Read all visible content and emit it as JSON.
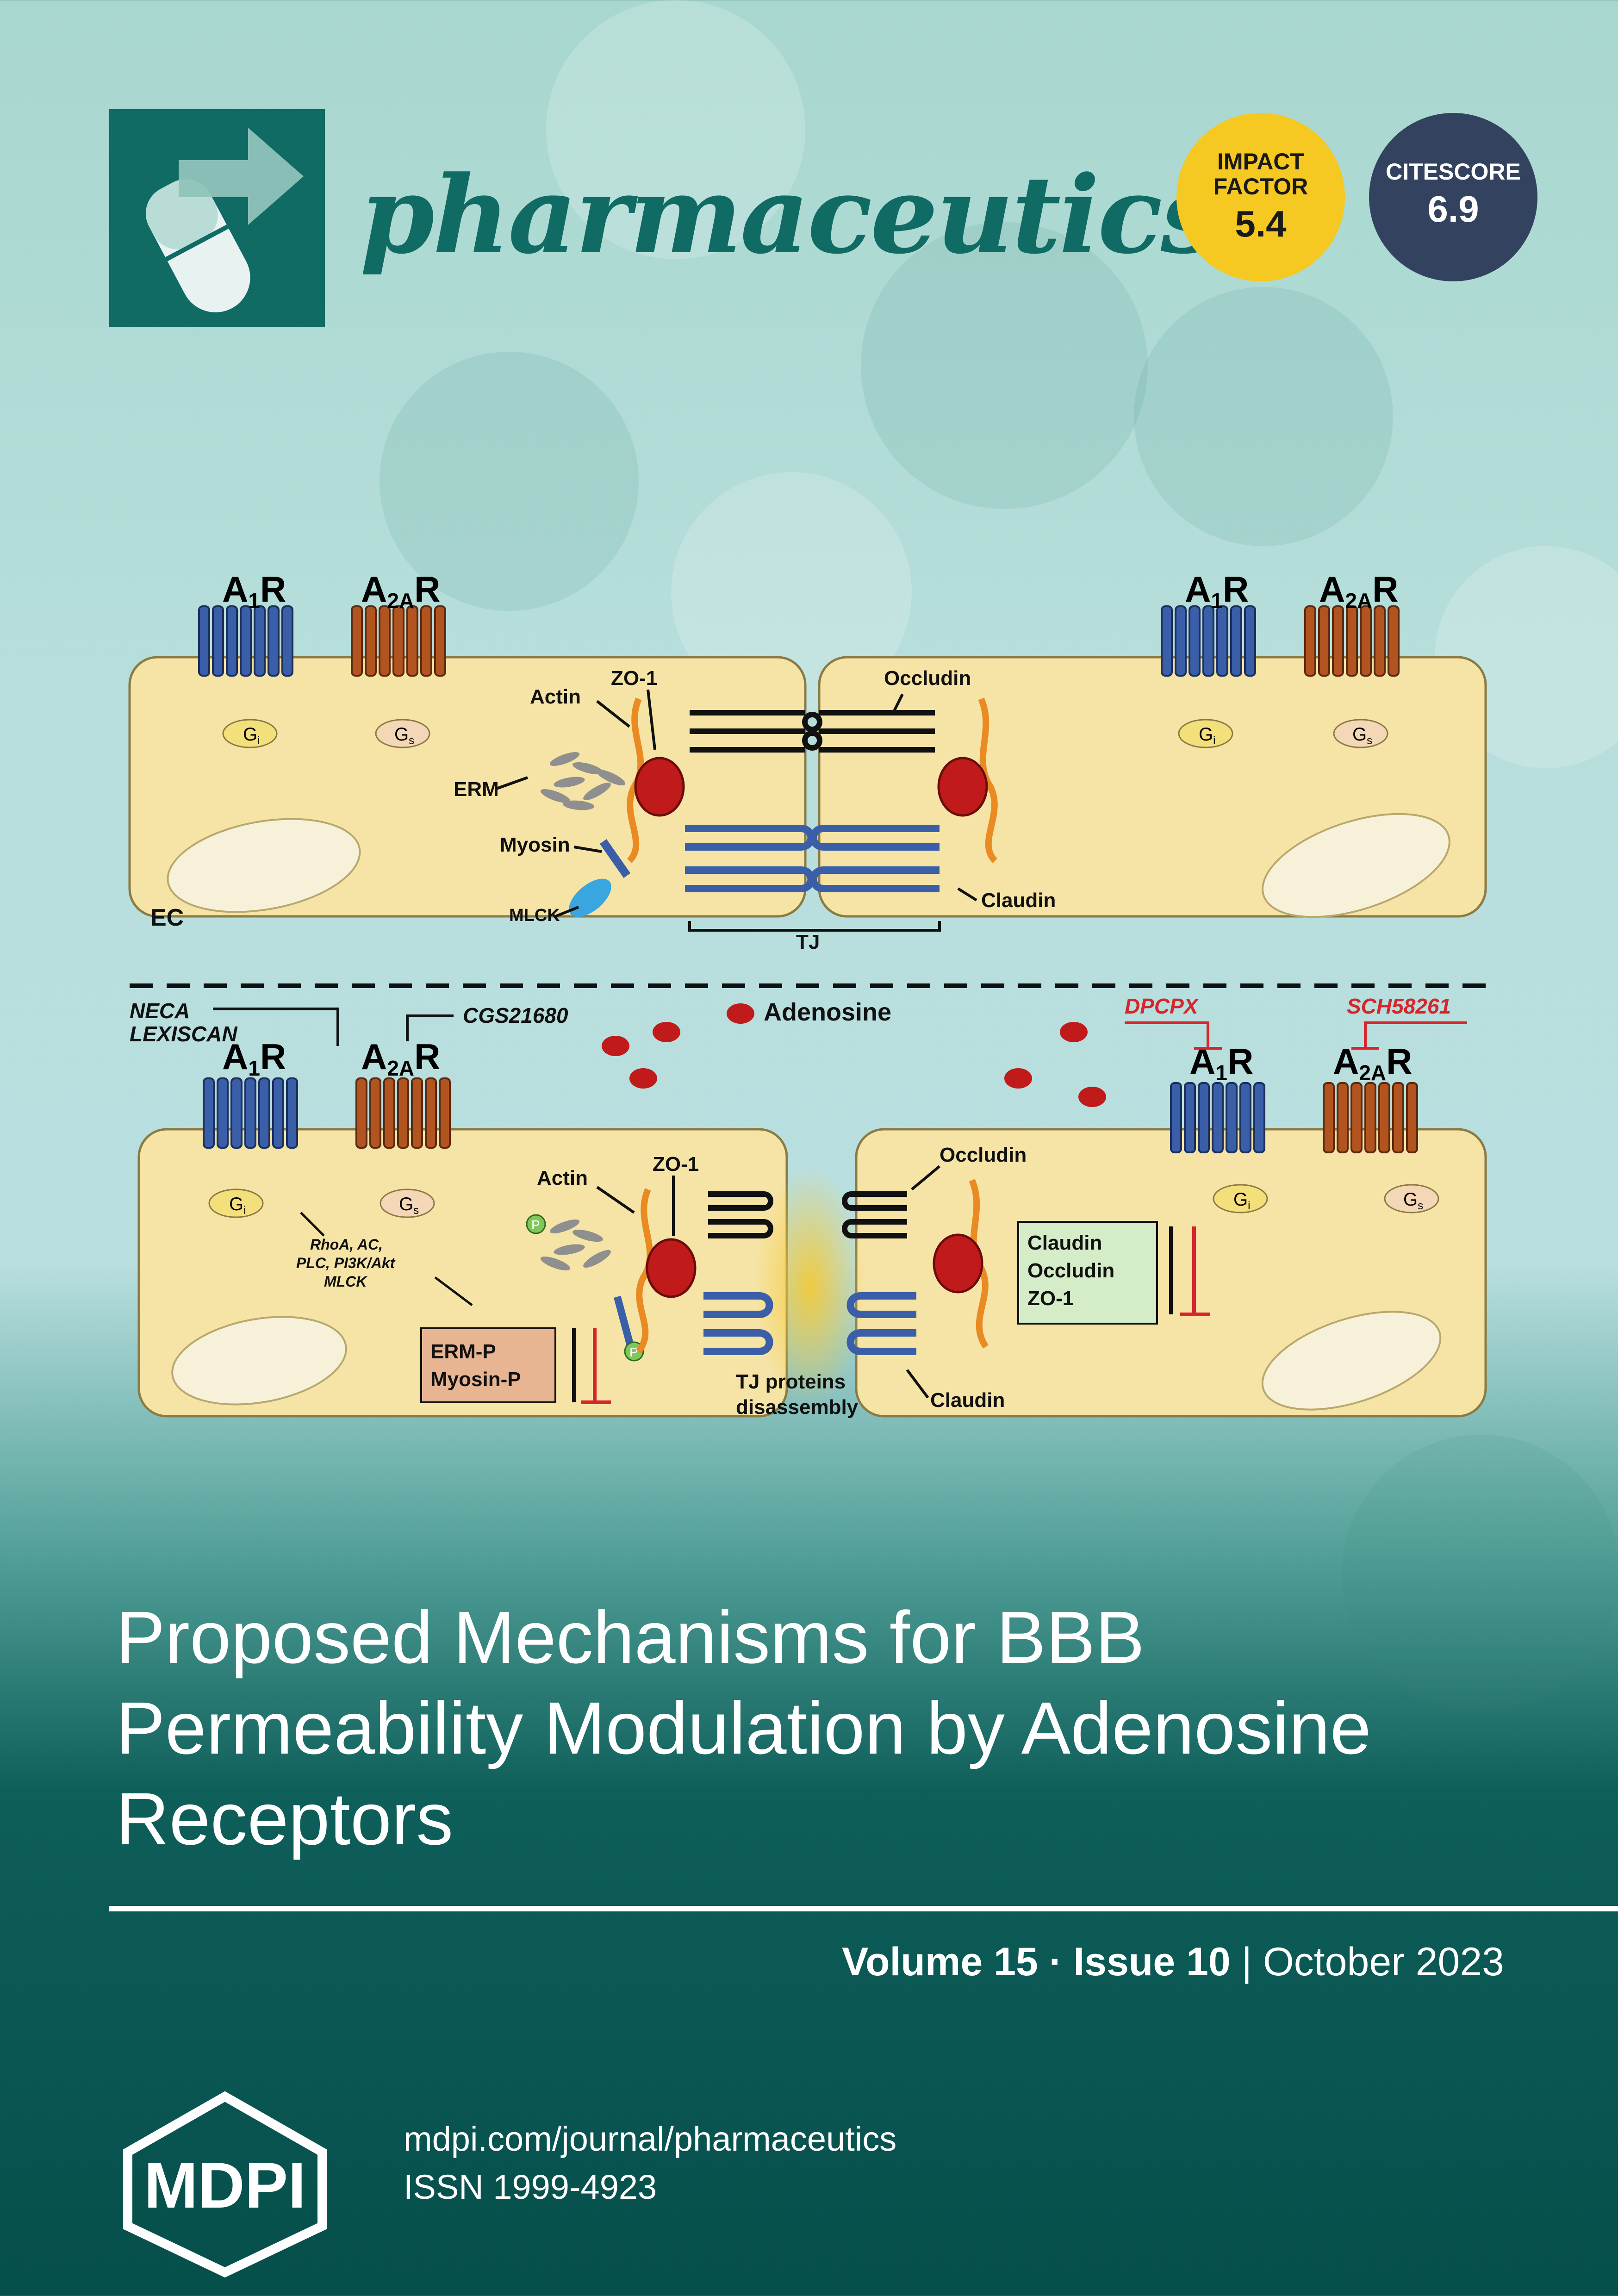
{
  "journal": {
    "name": "pharmaceutics"
  },
  "badges": {
    "impact": {
      "label_line1": "IMPACT",
      "label_line2": "FACTOR",
      "value": "5.4"
    },
    "citescore": {
      "label": "CITESCORE",
      "value": "6.9"
    }
  },
  "figure": {
    "top": {
      "receptor_a1": "A",
      "receptor_a1_sub": "1",
      "receptor_a2a": "A",
      "receptor_a2a_sub": "2A",
      "receptor_r": "R",
      "g_i": "G",
      "g_i_sub": "i",
      "g_s": "G",
      "g_s_sub": "s",
      "actin": "Actin",
      "zo1": "ZO-1",
      "occludin": "Occludin",
      "erm": "ERM",
      "myosin": "Myosin",
      "mlck": "MLCK",
      "claudin": "Claudin",
      "ec": "EC",
      "tj": "TJ"
    },
    "bottom": {
      "neca": "NECA",
      "lexiscan": "LEXISCAN",
      "cgs": "CGS21680",
      "adenosine": "Adenosine",
      "dpcpx": "DPCPX",
      "sch": "SCH58261",
      "signaling_line1": "RhoA, AC,",
      "signaling_line2": "PLC, PI3K/Akt",
      "signaling_line3": "MLCK",
      "erm_p": "ERM-P",
      "myosin_p": "Myosin-P",
      "actin": "Actin",
      "zo1": "ZO-1",
      "occludin": "Occludin",
      "claudin": "Claudin",
      "box_claudin": "Claudin",
      "box_occludin": "Occludin",
      "box_zo1": "ZO-1",
      "tj_line1": "TJ proteins",
      "tj_line2": "disassembly",
      "p": "P"
    }
  },
  "title": "Proposed Mechanisms for BBB Permeability Modulation by Adenosine Receptors",
  "issue": {
    "volume": "Volume 15",
    "separator": "·",
    "issue": "Issue 10",
    "divider": "|",
    "date": "October 2023"
  },
  "footer": {
    "publisher": "MDPI",
    "url": "mdpi.com/journal/pharmaceutics",
    "issn": "ISSN 1999-4923"
  },
  "colors": {
    "teal": "#0f6b63",
    "impact_yellow": "#f5c921",
    "citescore_navy": "#33435f",
    "cell": "#f6e4a6",
    "receptor_blue": "#3a5ea8",
    "receptor_orange": "#b2541f",
    "inhibitor_red": "#d6252b"
  }
}
